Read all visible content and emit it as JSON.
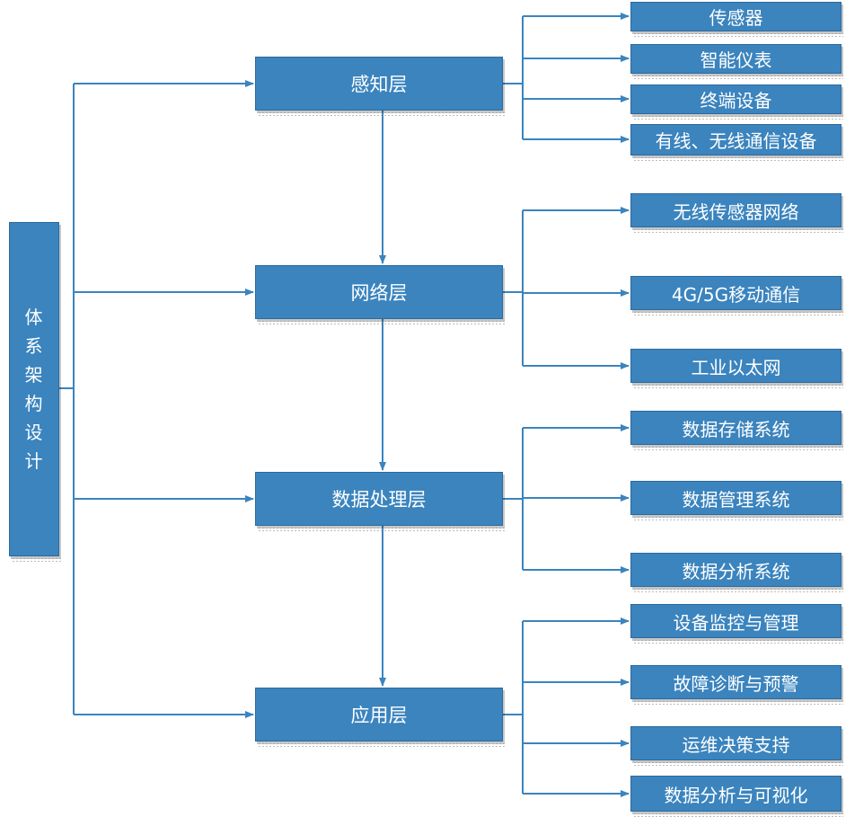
{
  "root": {
    "chars": [
      "体",
      "系",
      "架",
      "构",
      "设",
      "计"
    ]
  },
  "layers": [
    {
      "label": "感知层",
      "items": [
        "传感器",
        "智能仪表",
        "终端设备",
        "有线、无线通信设备"
      ]
    },
    {
      "label": "网络层",
      "items": [
        "无线传感器网络",
        "4G/5G移动通信",
        "工业以太网"
      ]
    },
    {
      "label": "数据处理层",
      "items": [
        "数据存储系统",
        "数据管理系统",
        "数据分析系统"
      ]
    },
    {
      "label": "应用层",
      "items": [
        "设备监控与管理",
        "故障诊断与预警",
        "运维决策支持",
        "数据分析与可视化"
      ]
    }
  ],
  "colors": {
    "box_fill": "#3b84be",
    "box_border": "#2c6a9e",
    "connector": "#3b84be",
    "text": "#ffffff"
  }
}
